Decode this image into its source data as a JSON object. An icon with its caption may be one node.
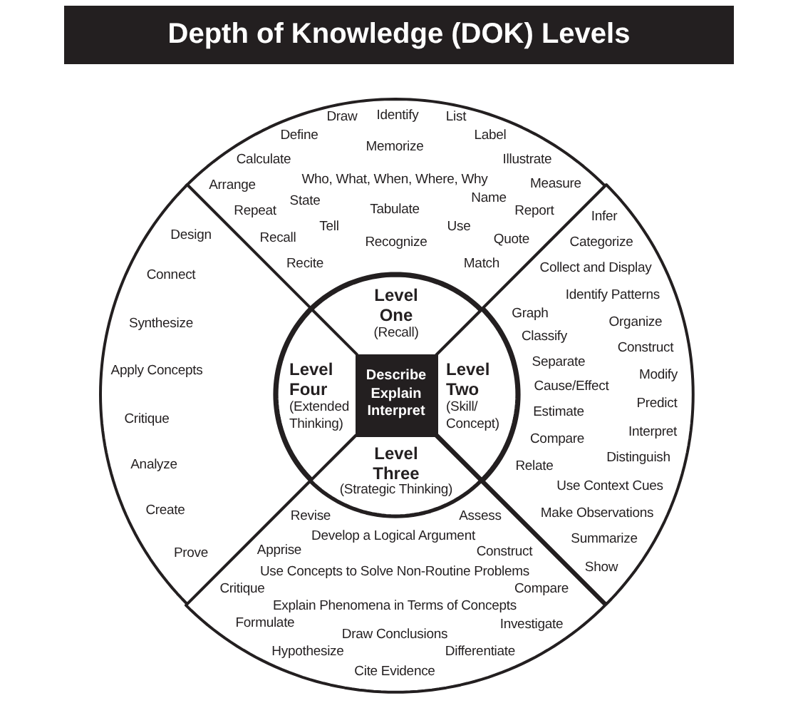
{
  "diagram": {
    "title": "Depth of Knowledge (DOK) Levels",
    "nodes": [
      {
        "text": [
          "Draw",
          "Identify",
          "List",
          "Define",
          "Label",
          "Memorize",
          "Calculate",
          "Illustrate",
          "Who, What, When, Where, Why",
          "Arrange",
          "Measure",
          "State",
          "Name",
          "Repeat",
          "Tabulate",
          "Report",
          "Tell",
          "Use",
          "Recall",
          "Recognize",
          "Quote",
          "Recite",
          "Match"
        ]
      },
      {
        "text": [
          "Design",
          "Connect",
          "Synthesize",
          "Apply Concepts",
          "Critique",
          "Analyze",
          "Create",
          "Prove"
        ]
      },
      {
        "text": [
          "Infer",
          "Categorize",
          "Collect and Display",
          "Identify Patterns",
          "Graph",
          "Organize",
          "Classify",
          "Construct",
          "Separate",
          "Modify",
          "Cause/Effect",
          "Predict",
          "Estimate",
          "Interpret",
          "Compare",
          "Distinguish",
          "Relate",
          "Use Context Cues",
          "Make Observations",
          "Summarize",
          "Show"
        ]
      },
      {
        "text": [
          "Level One",
          "(Recall)"
        ]
      },
      {
        "text": [
          "Level Four",
          "(Extended Thinking)"
        ]
      },
      {
        "text": [
          "Describe Explain Interpret"
        ]
      },
      {
        "text": [
          "Level Two",
          "(Skill/ Concept)"
        ]
      },
      {
        "text": [
          "Level Three",
          "(Strategic Thinking)"
        ]
      },
      {
        "text": [
          "Revise",
          "Assess",
          "Develop a Logical Argument",
          "Apprise",
          "Construct",
          "Use Concepts to Solve Non-Routine Problems",
          "Critique",
          "Compare",
          "Explain Phenomena in Terms of Concepts",
          "Formulate",
          "Investigate",
          "Draw Conclusions",
          "Hypothesize",
          "Differentiate",
          "Cite Evidence"
        ]
      }
    ]
  }
}
